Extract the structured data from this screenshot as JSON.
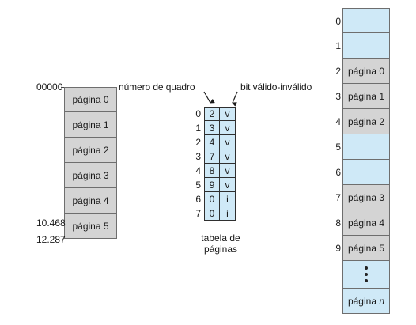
{
  "logical_memory": {
    "start_address": "00000",
    "address_lines": [
      "10.468",
      "12.287"
    ],
    "pages": [
      "página 0",
      "página 1",
      "página 2",
      "página 3",
      "página 4",
      "página 5"
    ]
  },
  "page_table": {
    "frame_header": "número de quadro",
    "bit_header": "bit válido-inválido",
    "caption_lines": [
      "tabela de",
      "páginas"
    ],
    "rows": [
      {
        "index": "0",
        "frame": "2",
        "bit": "v"
      },
      {
        "index": "1",
        "frame": "3",
        "bit": "v"
      },
      {
        "index": "2",
        "frame": "4",
        "bit": "v"
      },
      {
        "index": "3",
        "frame": "7",
        "bit": "v"
      },
      {
        "index": "4",
        "frame": "8",
        "bit": "v"
      },
      {
        "index": "5",
        "frame": "9",
        "bit": "v"
      },
      {
        "index": "6",
        "frame": "0",
        "bit": "i"
      },
      {
        "index": "7",
        "frame": "0",
        "bit": "i"
      }
    ]
  },
  "physical_memory": {
    "frames": [
      {
        "index": "0",
        "label": ""
      },
      {
        "index": "1",
        "label": ""
      },
      {
        "index": "2",
        "label": "página 0"
      },
      {
        "index": "3",
        "label": "página 1"
      },
      {
        "index": "4",
        "label": "página 2"
      },
      {
        "index": "5",
        "label": ""
      },
      {
        "index": "6",
        "label": ""
      },
      {
        "index": "7",
        "label": "página 3"
      },
      {
        "index": "8",
        "label": "página 4"
      },
      {
        "index": "9",
        "label": "página 5"
      }
    ],
    "last_frame_prefix": "página",
    "last_frame_suffix": "n"
  }
}
